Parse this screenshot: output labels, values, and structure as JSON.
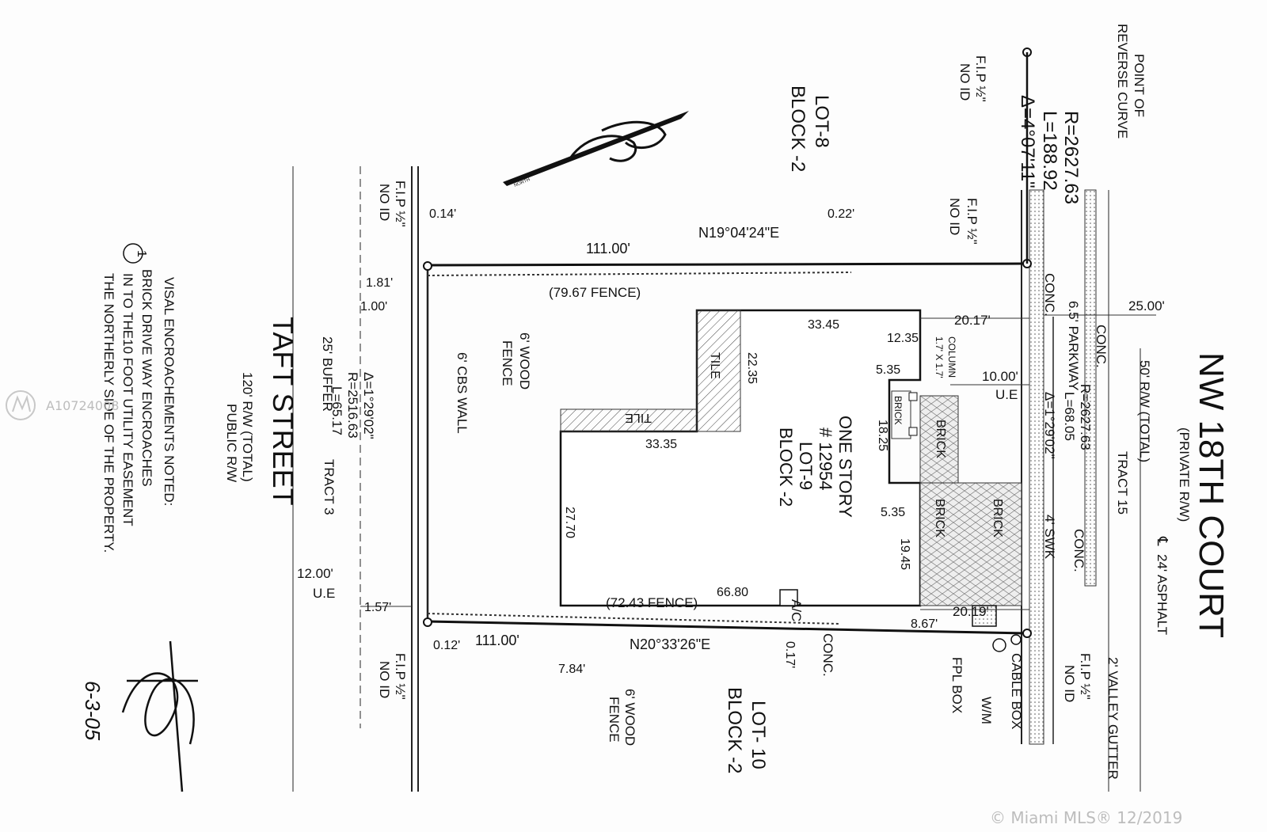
{
  "survey": {
    "street_north": "NW 18TH COURT",
    "street_north_type": "(PRIVATE R/W)",
    "street_north_row": "50' R/W (TOTAL)",
    "tract_15": "TRACT 15",
    "asphalt": "24' ASPHALT",
    "centerline": "℄",
    "valley_gutter": "2' VALLEY GUTTER",
    "parkway": "6.5' PARKWAY",
    "row_25": "25.00'",
    "sidewalk": "4' SWK",
    "conc": "CONC.",
    "point_reverse_curve": [
      "POINT OF",
      "REVERSE CURVE"
    ],
    "curve_top": [
      "R=2627.63",
      "L=188.92",
      "Δ=4°07'11\""
    ],
    "curve_front": [
      "R=2627.63",
      "L=68.05",
      "Δ=1°29'02\""
    ],
    "curve_rear": [
      "Δ=1°29'02\"",
      "R=2516.63",
      "L=65.17"
    ],
    "fip": [
      "F.I.P ½\"",
      "NO ID"
    ],
    "lot8": [
      "LOT-8",
      "BLOCK -2"
    ],
    "lot10": [
      "LOT- 10",
      "BLOCK -2"
    ],
    "bearing_north": "N19°04'24\"E",
    "bearing_south": "N20°33'26\"E",
    "dist_111": "111.00'",
    "house": [
      "ONE STORY",
      "# 12954",
      "LOT-9",
      "BLOCK -2"
    ],
    "dims": {
      "d3345": "33.45",
      "d1235": "12.35",
      "d535a": "5.35",
      "d1825": "18.25",
      "d535b": "5.35",
      "d1945": "19.45",
      "d6680": "66.80",
      "d2770": "27.70",
      "d3335": "33.35",
      "d2235": "22.35"
    },
    "fence_n": "(79.67 FENCE)",
    "fence_s": "(72.43 FENCE)",
    "wood_fence": [
      "6' WOOD",
      "FENCE"
    ],
    "cbs_wall": "6' CBS WALL",
    "tile": "TILE",
    "brick": "BRICK",
    "column": [
      "COLUMN",
      "1.7' X 1.7'"
    ],
    "setback_front_n": "20.17'",
    "setback_front_s": "20.19'",
    "ue_10": [
      "10.00'",
      "U.E"
    ],
    "ue_12": [
      "12.00'",
      "U.E"
    ],
    "d022": "0.22'",
    "d014": "0.14'",
    "d181": "1.81'",
    "d100": "1.00'",
    "d157": "1.57'",
    "d012": "0.12'",
    "d784": "7.84'",
    "d017": "0.17'",
    "d867": "8.67'",
    "ac": "A/C",
    "fpl_box": "FPL BOX",
    "wm": "W/M",
    "cable_box": "CABLE BOX",
    "buffer": "25' BUFFER",
    "tract3": "TRACT 3",
    "street_south": "TAFT STREET",
    "street_south_row": "120' R/W (TOTAL)",
    "street_south_pub": "PUBLIC R/W",
    "encroach_title": "VISAL ENCROACHEMENTS NOTED:",
    "encroach_num": "1",
    "encroach_lines": [
      "BRICK DRIVE WAY ENCROACHES",
      "IN TO THE10 FOOT UTILITY EASEMENT",
      "THE NORTHERLY SIDE OF THE PROPERTY."
    ],
    "north_label": "NORTH",
    "signature": "PH",
    "sign_date": "6-3-05"
  },
  "watermark": {
    "listing_id": "A10724008",
    "credit": "© Miami MLS® 12/2019"
  }
}
